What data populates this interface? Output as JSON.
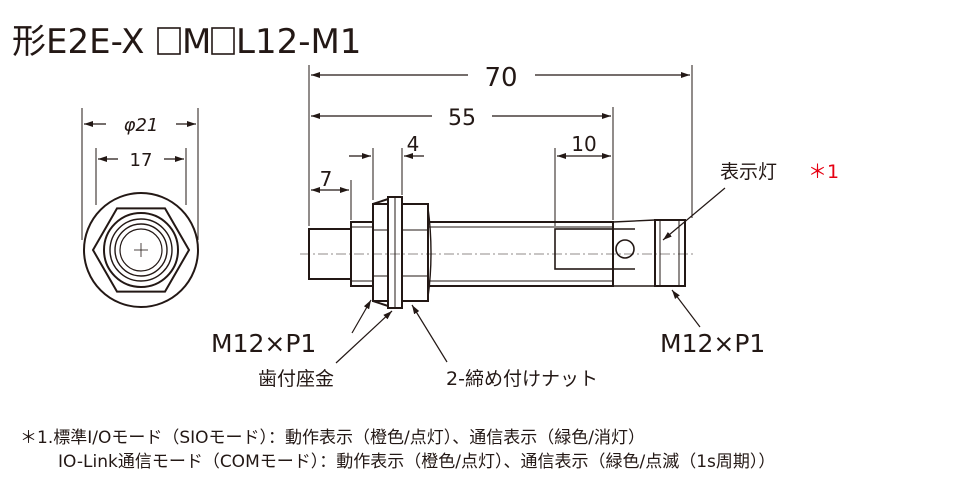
{
  "title": {
    "prefix": "形E2E-X",
    "mid": "M",
    "suffix": "L12-M1"
  },
  "dimensions": {
    "overall_length": "70",
    "body_length": "55",
    "tip_length": "7",
    "washer_thickness": "4",
    "window_length": "10",
    "diameter": "φ21",
    "width_across_flats": "17"
  },
  "labels": {
    "thread_left": "M12×P1",
    "thread_right": "M12×P1",
    "toothed_washer": "歯付座金",
    "nuts": "2-締め付けナット",
    "indicator": "表示灯",
    "indicator_ref": "＊1"
  },
  "notes": [
    "＊1.標準I/Oモード（SIOモード）：動作表示（橙色/点灯）、通信表示（緑色/消灯）",
    "IO-Link通信モード（COMモード）：動作表示（橙色/点灯）、通信表示（緑色/点滅（1s周期））"
  ],
  "colors": {
    "line": "#231815",
    "accent": "#e60012"
  }
}
